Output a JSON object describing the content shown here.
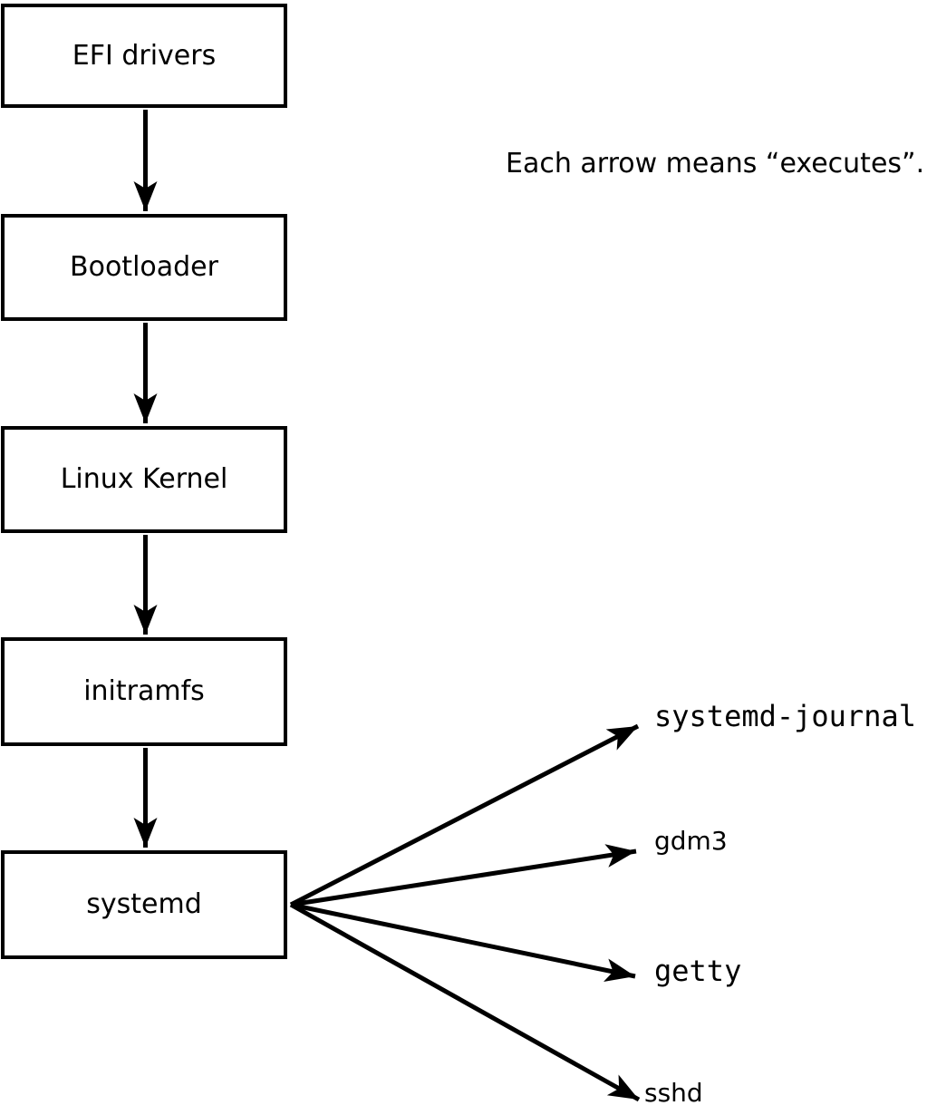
{
  "diagram": {
    "title_hint": "Linux boot chain",
    "background_color": "#ffffff",
    "stroke_color": "#000000",
    "annotation": "Each arrow means “executes”.",
    "chain": [
      {
        "label": "EFI drivers"
      },
      {
        "label": "Bootloader"
      },
      {
        "label": "Linux Kernel"
      },
      {
        "label": "initramfs"
      },
      {
        "label": "systemd"
      }
    ],
    "spawned_processes": [
      {
        "label": "systemd-journal"
      },
      {
        "label": "gdm3"
      },
      {
        "label": "getty"
      },
      {
        "label": "sshd"
      }
    ]
  }
}
